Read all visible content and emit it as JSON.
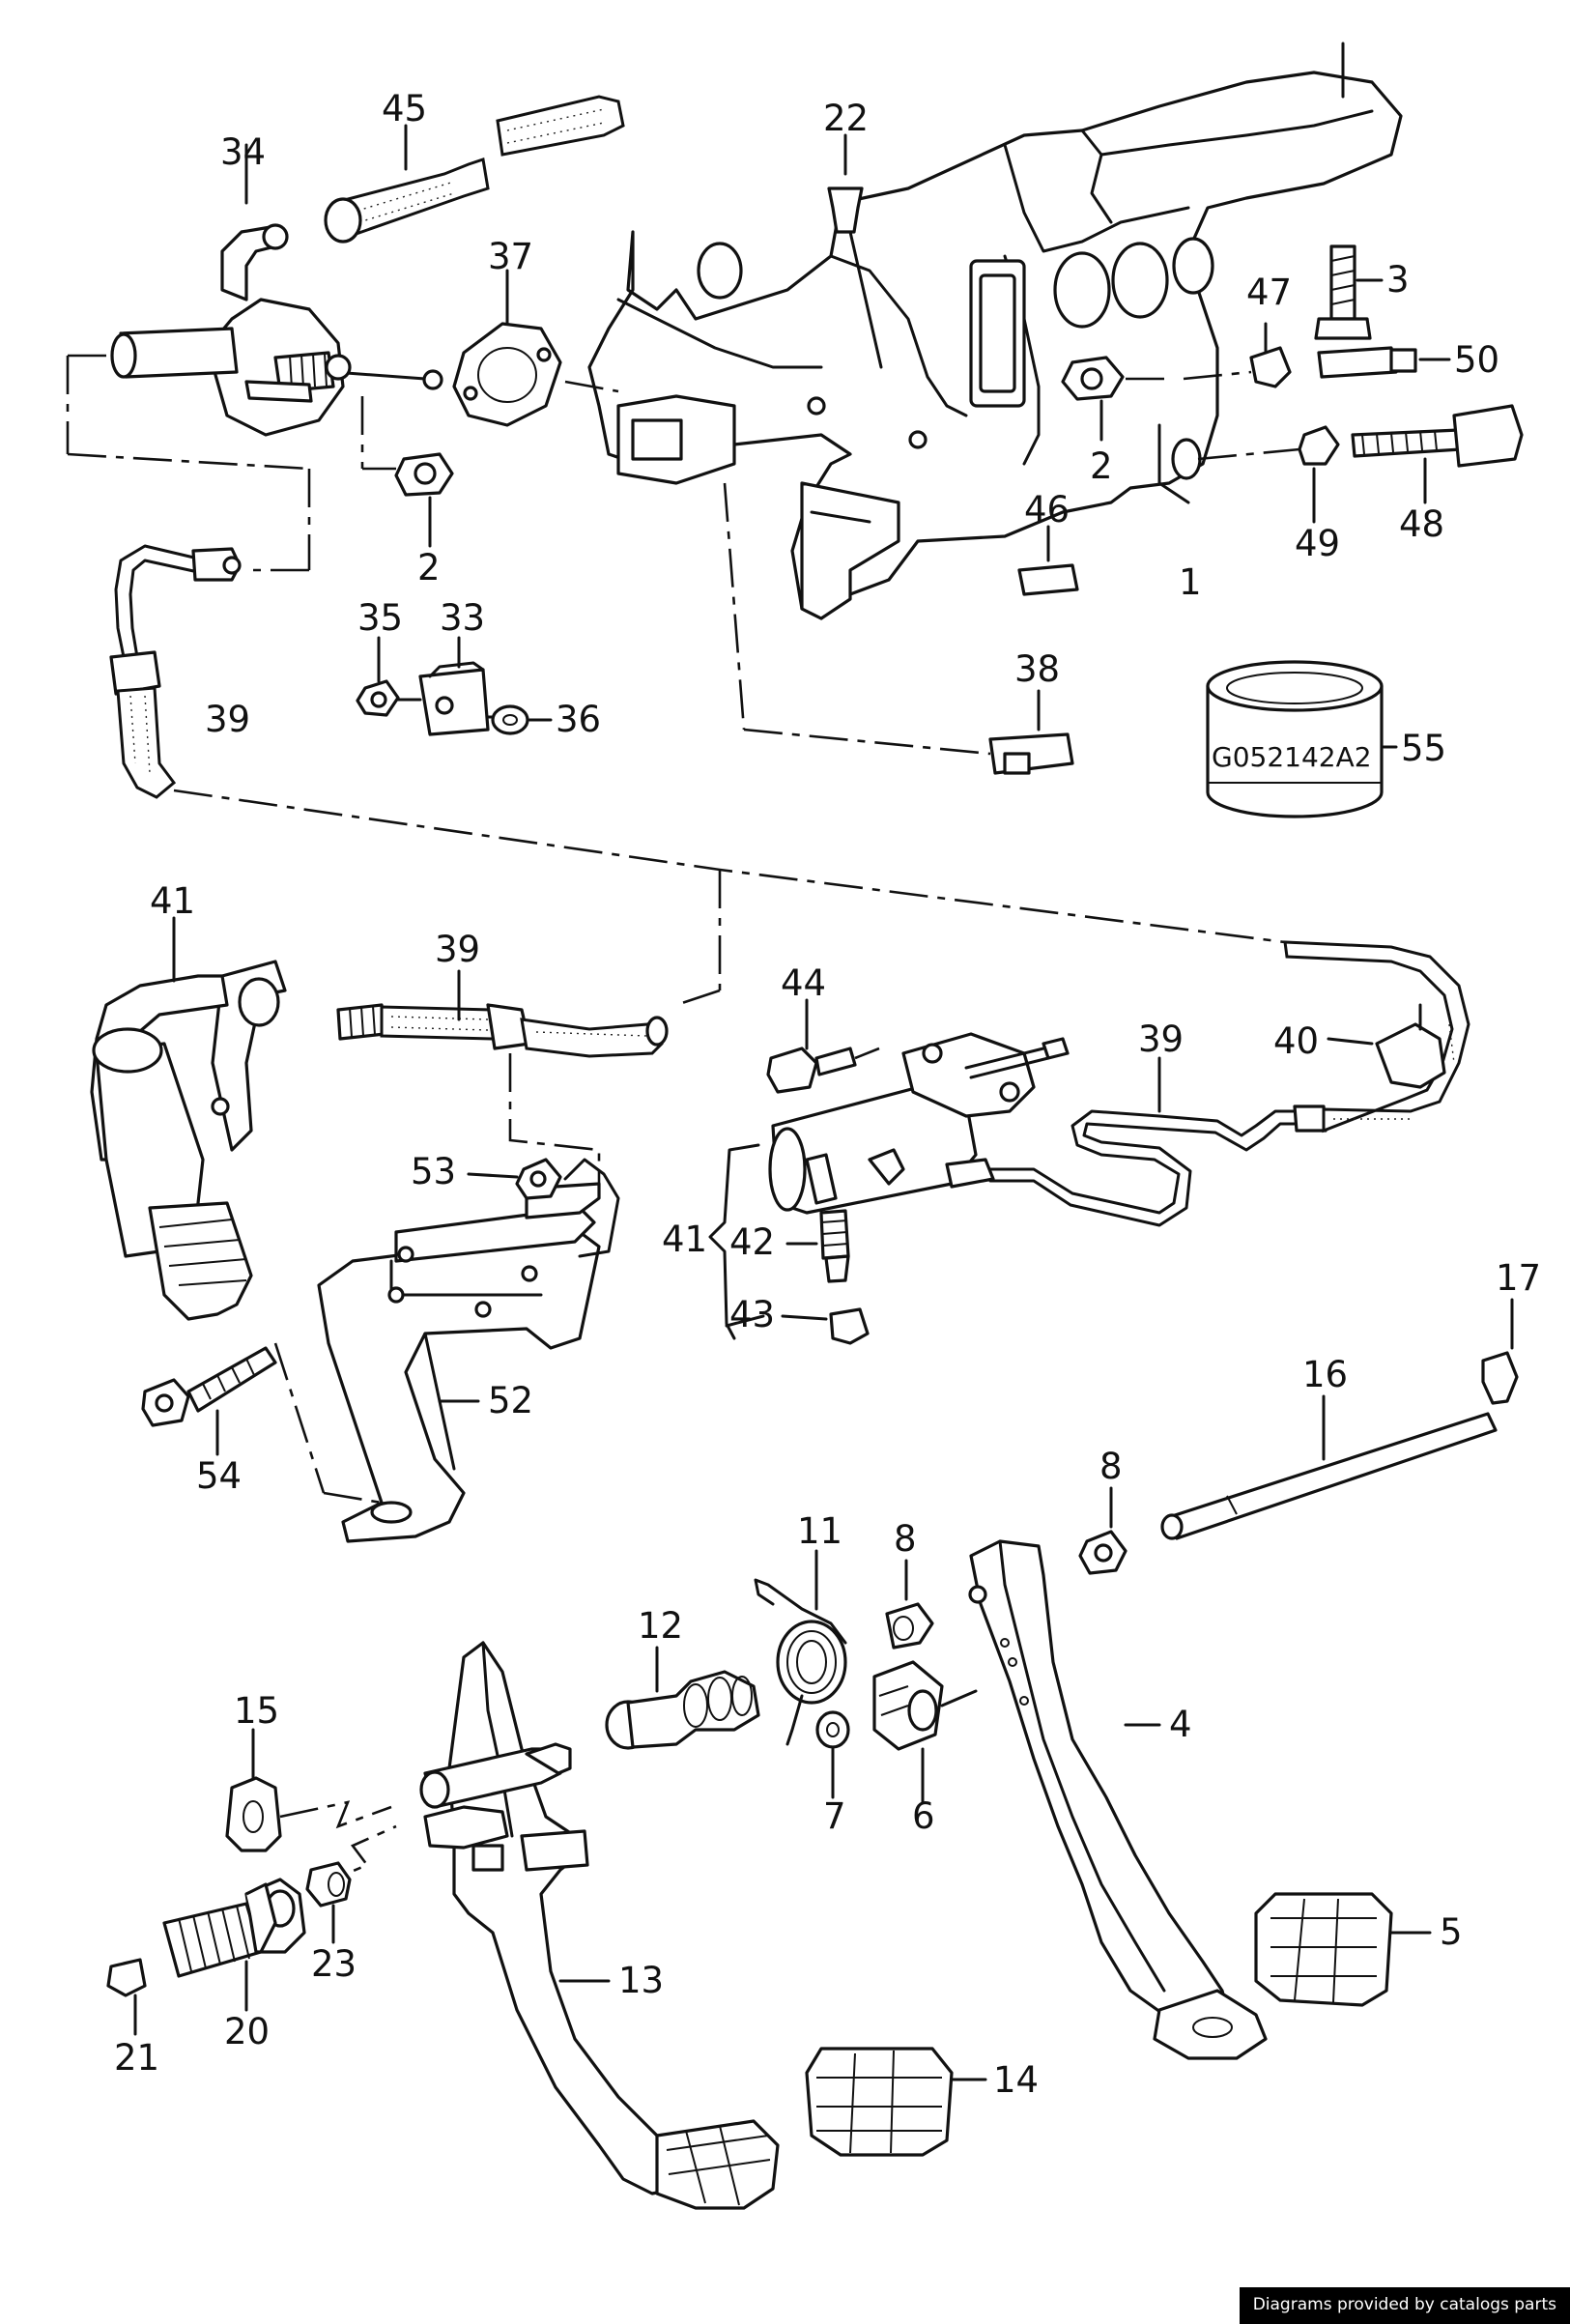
{
  "labels": {
    "p1": "1",
    "p2a": "2",
    "p2b": "2",
    "p3": "3",
    "p4": "4",
    "p5": "5",
    "p6": "6",
    "p7": "7",
    "p8a": "8",
    "p8b": "8",
    "p11": "11",
    "p12": "12",
    "p13": "13",
    "p14": "14",
    "p15": "15",
    "p16": "16",
    "p17": "17",
    "p20": "20",
    "p21": "21",
    "p22": "22",
    "p23": "23",
    "p33": "33",
    "p34": "34",
    "p35": "35",
    "p36": "36",
    "p37": "37",
    "p38": "38",
    "p39a": "39",
    "p39b": "39",
    "p39c": "39",
    "p40": "40",
    "p41a": "41",
    "p41b": "41",
    "p42": "42",
    "p43": "43",
    "p44": "44",
    "p45": "45",
    "p46": "46",
    "p47": "47",
    "p48": "48",
    "p49": "49",
    "p50": "50",
    "p52": "52",
    "p53": "53",
    "p54": "54",
    "p55": "55"
  },
  "part_marking": "G052142A2",
  "credit": "Diagrams provided by catalogs parts"
}
